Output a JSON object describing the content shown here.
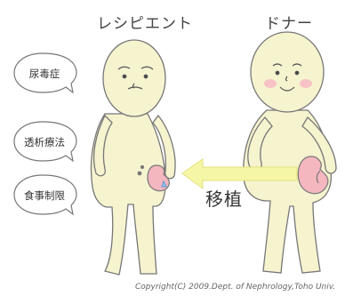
{
  "labels": {
    "recipient": "レシピエント",
    "donor": "ドナー",
    "transplant": "移植"
  },
  "bubbles": [
    "尿毒症",
    "透析療法",
    "食事制限"
  ],
  "copyright": "Copyright(C) 2009.Dept. of Nephrology,Toho Univ.",
  "colors": {
    "body_fill": "#f6f3cf",
    "outline": "#777777",
    "arrow": "#f6f7a6",
    "kidney": "#f4b7c0",
    "cheek": "#f7c3c6"
  }
}
